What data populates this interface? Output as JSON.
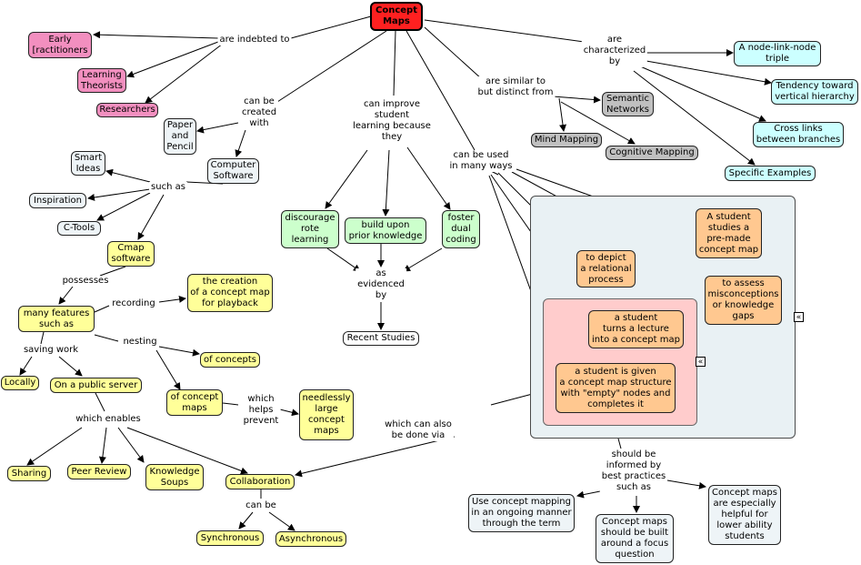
{
  "colors": {
    "root": "#ff2020",
    "pink": "#f28fbf",
    "cyan": "#ccffff",
    "yellow": "#ffff99",
    "green": "#ccffcc",
    "orange": "#ffc890",
    "gray": "#c0c0c0",
    "light": "#eef4f7",
    "white": "#ffffff",
    "group_blue": "#e9f1f4",
    "group_pink": "#ffcccc"
  },
  "nodes": {
    "concept_maps": "Concept\nMaps",
    "early_practitioners": "Early\n[ractitioners",
    "learning_theorists": "Learning\nTheorists",
    "researchers": "Researchers",
    "paper_pencil": "Paper\nand\nPencil",
    "computer_software": "Computer\nSoftware",
    "smart_ideas": "Smart\nIdeas",
    "inspiration": "Inspiration",
    "c_tools": "C-Tools",
    "cmap_software": "Cmap\nsoftware",
    "many_features": "many features\nsuch as",
    "creation_playback": "the creation\nof a concept map\nfor playback",
    "of_concepts": "of concepts",
    "of_concept_maps": "of concept\nmaps",
    "needlessly_large": "needlessly\nlarge\nconcept\nmaps",
    "locally": "Locally",
    "public_server": "On a public server",
    "sharing": "Sharing",
    "peer_review": "Peer Review",
    "knowledge_soups": "Knowledge\nSoups",
    "collaboration": "Collaboration",
    "synchronous": "Synchronous",
    "asynchronous": "Asynchronous",
    "discourage_rote": "discourage\nrote\nlearning",
    "build_upon": "build upon\nprior knowledge",
    "foster_dual": "foster\ndual\ncoding",
    "recent_studies": "Recent Studies",
    "semantic_networks": "Semantic\nNetworks",
    "mind_mapping": "Mind Mapping",
    "cognitive_mapping": "Cognitive Mapping",
    "node_link_node": "A node-link-node\ntriple",
    "vertical_hierarchy": "Tendency toward\nvertical hierarchy",
    "cross_links": "Cross links\nbetween branches",
    "specific_examples": "Specific Examples",
    "student_studies": "A student\nstudies a\npre-made\nconcept map",
    "depict_relational": "to depict\na relational\nprocess",
    "assess_misconceptions": "to assess\nmisconceptions\nor knowledge\ngaps",
    "lecture_to_map": "a student\nturns a lecture\ninto a concept map",
    "empty_nodes": "a student is given\na concept map structure\nwith \"empty\" nodes and\ncompletes it",
    "ongoing_manner": "Use concept mapping\nin an ongoing manner\nthrough the term",
    "focus_question": "Concept maps\nshould be built\naround a focus\nquestion",
    "lower_ability": "Concept maps\nare especially\nhelpful for\nlower ability\nstudents"
  },
  "links": {
    "are_indebted_to": "are indebted to",
    "can_be_created_with": "can be\ncreated\nwith",
    "such_as": "such as",
    "possesses": "possesses",
    "recording": "recording",
    "nesting": "nesting",
    "saving_work": "saving work",
    "which_helps_prevent": "which\nhelps\nprevent",
    "which_enables": "which enables",
    "can_be": "can be",
    "can_improve": "can improve\nstudent\nlearning because\nthey",
    "as_evidenced_by": "as\nevidenced\nby",
    "can_be_used": "can be used\nin many ways",
    "are_similar_to": "are similar to\nbut distinct from",
    "are_characterized_by": "are\ncharacterized\nby",
    "which_can_also": "which can also\nbe done via",
    "should_be_informed": "should be\ninformed by\nbest practices\nsuch as"
  },
  "collapse_glyph": "«"
}
